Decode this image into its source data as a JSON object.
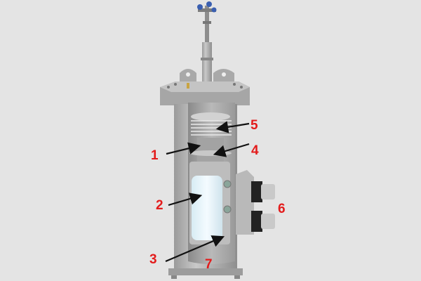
{
  "diagram": {
    "subject": "cryostat-vessel-cutaway",
    "colors": {
      "background": "#e4e4e4",
      "label": "#e31b1b",
      "metal": "#b5b5b5",
      "sample": "#eef6fb",
      "knob": "#3a5fb0"
    },
    "labels": [
      {
        "id": "1",
        "text": "1"
      },
      {
        "id": "2",
        "text": "2"
      },
      {
        "id": "3",
        "text": "3"
      },
      {
        "id": "4",
        "text": "4"
      },
      {
        "id": "5",
        "text": "5"
      },
      {
        "id": "6",
        "text": "6"
      },
      {
        "id": "7",
        "text": "7"
      }
    ]
  }
}
